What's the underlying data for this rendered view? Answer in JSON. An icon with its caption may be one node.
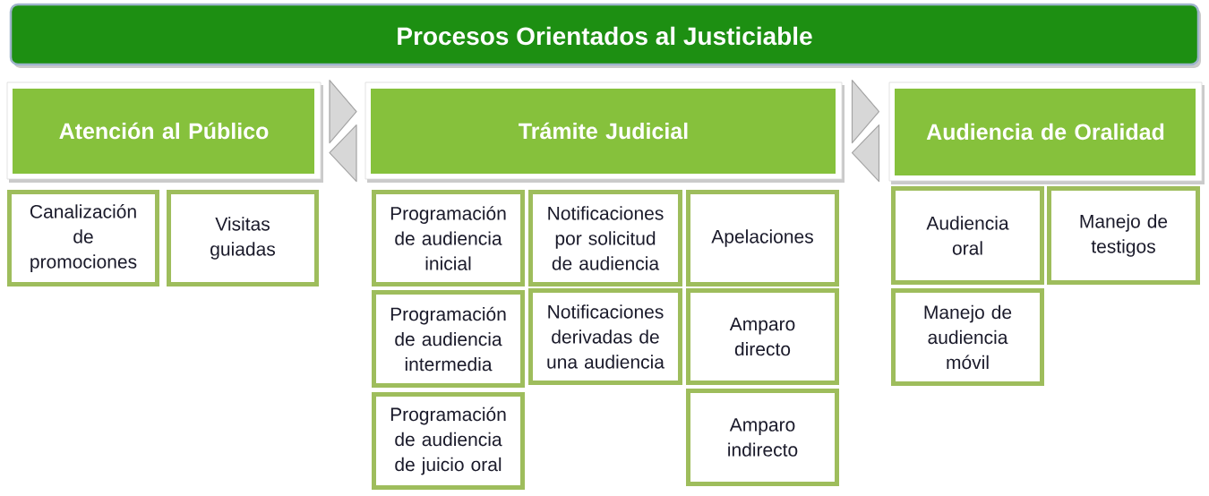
{
  "diagram": {
    "title": "Procesos Orientados al Justiciable",
    "nodes": [
      {
        "text": [
          "Atención al Público"
        ]
      },
      {
        "text": [
          "Canalización de promociones"
        ]
      },
      {
        "text": [
          "Visitas guiadas"
        ]
      },
      {
        "text": [
          "Trámite Judicial"
        ]
      },
      {
        "text": [
          "Programación de audiencia inicial"
        ]
      },
      {
        "text": [
          "Notificaciones por solicitud de audiencia"
        ]
      },
      {
        "text": [
          "Apelaciones"
        ]
      },
      {
        "text": [
          "Programación de audiencia intermedia"
        ]
      },
      {
        "text": [
          "Notificaciones derivadas de una audiencia"
        ]
      },
      {
        "text": [
          "Amparo directo"
        ]
      },
      {
        "text": [
          "Programación de audiencia de juicio oral"
        ]
      },
      {
        "text": [
          "Amparo indirecto"
        ]
      },
      {
        "text": [
          "Audiencia de Oralidad"
        ]
      },
      {
        "text": [
          "Audiencia oral"
        ]
      },
      {
        "text": [
          "Manejo de testigos"
        ]
      },
      {
        "text": [
          "Manejo de audiencia móvil"
        ]
      }
    ],
    "edges": [
      {
        "from": 0,
        "to": 3,
        "arrow": "to"
      },
      {
        "from": 3,
        "to": 0,
        "arrow": "to"
      },
      {
        "from": 3,
        "to": 12,
        "arrow": "to"
      },
      {
        "from": 12,
        "to": 3,
        "arrow": "to"
      }
    ]
  }
}
